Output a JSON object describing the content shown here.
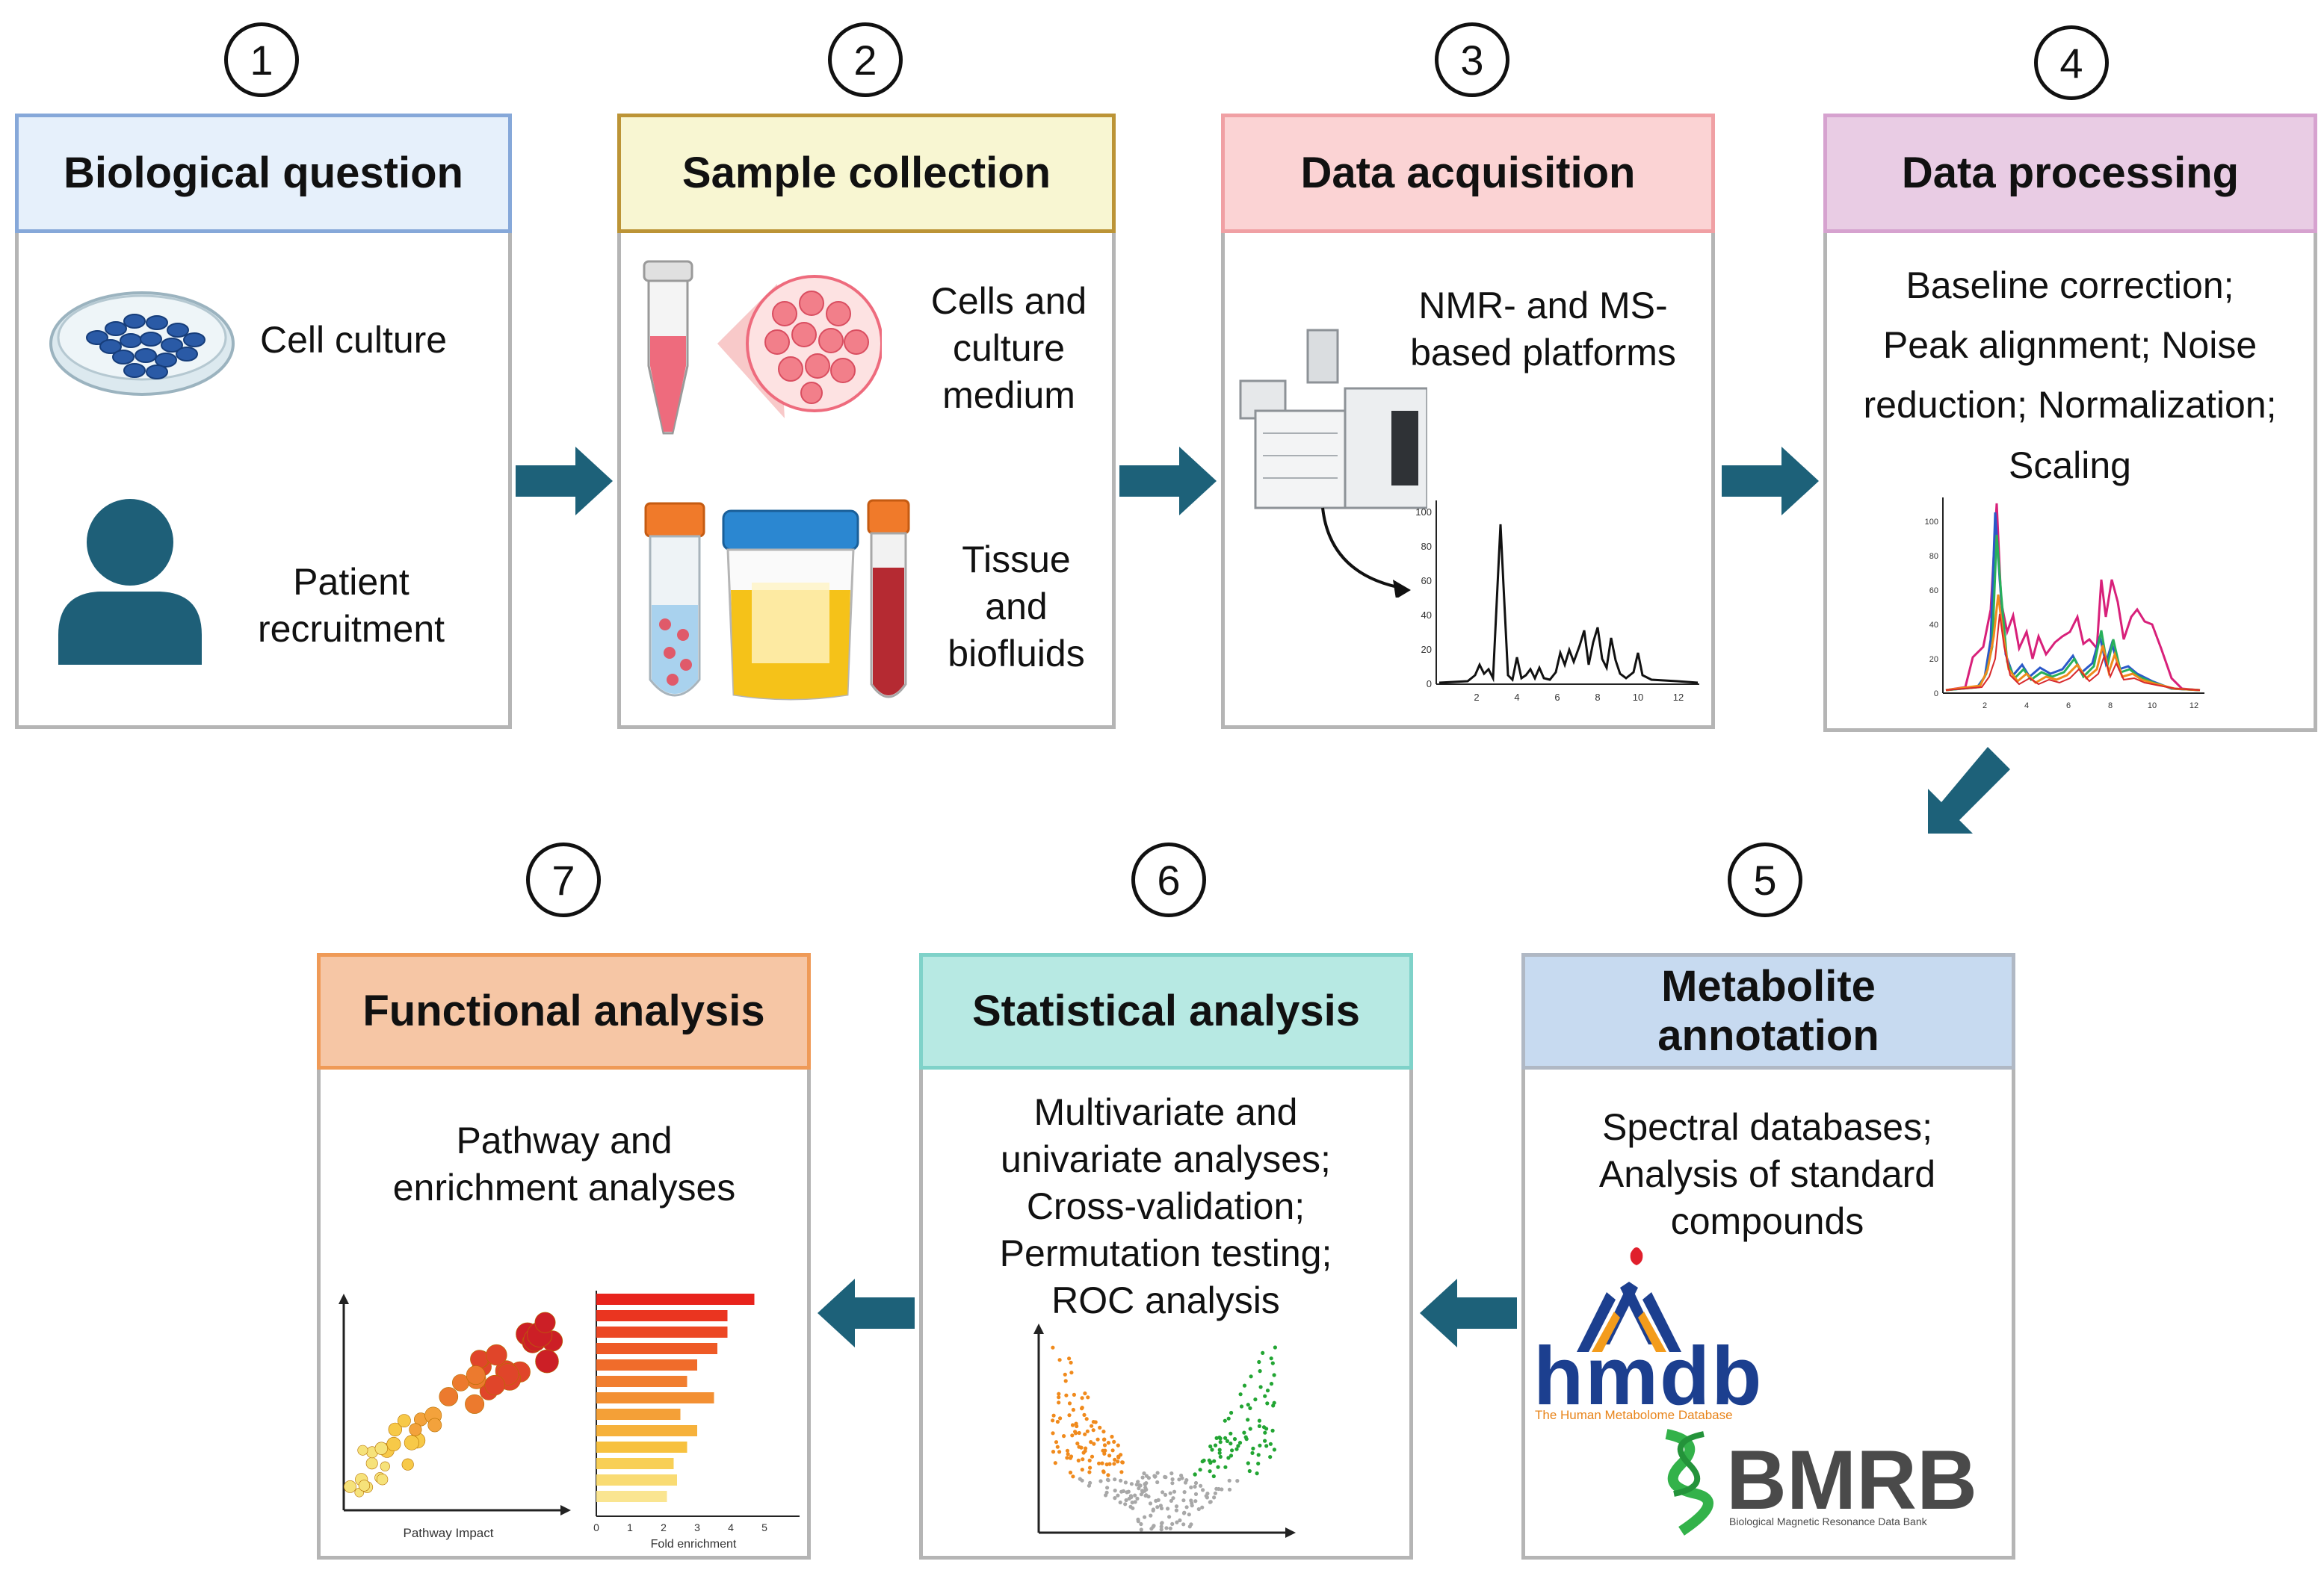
{
  "steps": [
    {
      "number": "1",
      "title": "Biological question",
      "items": [
        "Cell culture",
        "Patient recruitment"
      ]
    },
    {
      "number": "2",
      "title": "Sample collection",
      "items": [
        "Cells and culture medium",
        "Tissue and biofluids"
      ]
    },
    {
      "number": "3",
      "title": "Data acquisition",
      "description": "NMR- and MS-based platforms"
    },
    {
      "number": "4",
      "title": "Data processing",
      "description": "Baseline correction; Peak alignment; Noise reduction; Normalization; Scaling"
    },
    {
      "number": "5",
      "title": "Metabolite annotation",
      "description": "Spectral databases; Analysis of standard compounds"
    },
    {
      "number": "6",
      "title": "Statistical analysis",
      "description": "Multivariate and univariate analyses; Cross-validation; Permutation testing; ROC analysis"
    },
    {
      "number": "7",
      "title": "Functional analysis",
      "description": "Pathway and enrichment analyses"
    }
  ],
  "text_lines": {
    "s1_item1": "Cell culture",
    "s1_item2_l1": "Patient",
    "s1_item2_l2": "recruitment",
    "s2_item1_l1": "Cells and",
    "s2_item1_l2": "culture",
    "s2_item1_l3": "medium",
    "s2_item2_l1": "Tissue",
    "s2_item2_l2": "and",
    "s2_item2_l3": "biofluids",
    "s3_l1": "NMR- and MS-",
    "s3_l2": "based platforms",
    "s4_l1": "Baseline correction;",
    "s4_l2": "Peak alignment; Noise",
    "s4_l3": "reduction; Normalization;",
    "s4_l4": "Scaling",
    "s5_title_l1": "Metabolite",
    "s5_title_l2": "annotation",
    "s5_l1": "Spectral databases;",
    "s5_l2": "Analysis of standard",
    "s5_l3": "compounds",
    "s6_l1": "Multivariate and",
    "s6_l2": "univariate analyses;",
    "s6_l3": "Cross-validation;",
    "s6_l4": "Permutation testing;",
    "s6_l5": "ROC analysis",
    "s7_l1": "Pathway and",
    "s7_l2": "enrichment analyses"
  },
  "logos": {
    "hmdb": "hmdb",
    "hmdb_sub": "The Human Metabolome Database",
    "bmrb": "BMRB",
    "bmrb_sub": "Biological Magnetic Resonance Data Bank"
  },
  "spectrum_axis": {
    "y_ticks": [
      "0",
      "20",
      "40",
      "60",
      "80",
      "100"
    ],
    "x_ticks": [
      "2",
      "4",
      "6",
      "8",
      "10",
      "12"
    ]
  },
  "pathway_plot": {
    "xlabel": "Pathway Impact"
  },
  "enrichment_plot": {
    "xlabel": "Fold enrichment",
    "x_ticks": [
      "0",
      "1",
      "2",
      "3",
      "4",
      "5"
    ],
    "values": [
      4.7,
      3.9,
      3.9,
      3.6,
      3.0,
      2.7,
      3.5,
      2.5,
      3.0,
      2.7,
      2.3,
      2.4,
      2.1
    ]
  },
  "colors": {
    "arrow": "#1d6179",
    "header1_fill": "#e6f0fb",
    "header1_border": "#86a8d9",
    "header2_fill": "#f8f6d2",
    "header2_border": "#bc9436",
    "header3_fill": "#fbd3d4",
    "header3_border": "#f0a0a4",
    "header4_fill": "#e9cce4",
    "header4_border": "#d6a2cf",
    "header5_fill": "#c7daf0",
    "header5_border": "#b0b8c4",
    "header6_fill": "#b7e9e3",
    "header6_border": "#7fd2c9",
    "header7_fill": "#f6c6a5",
    "header7_border": "#ef9a57"
  }
}
